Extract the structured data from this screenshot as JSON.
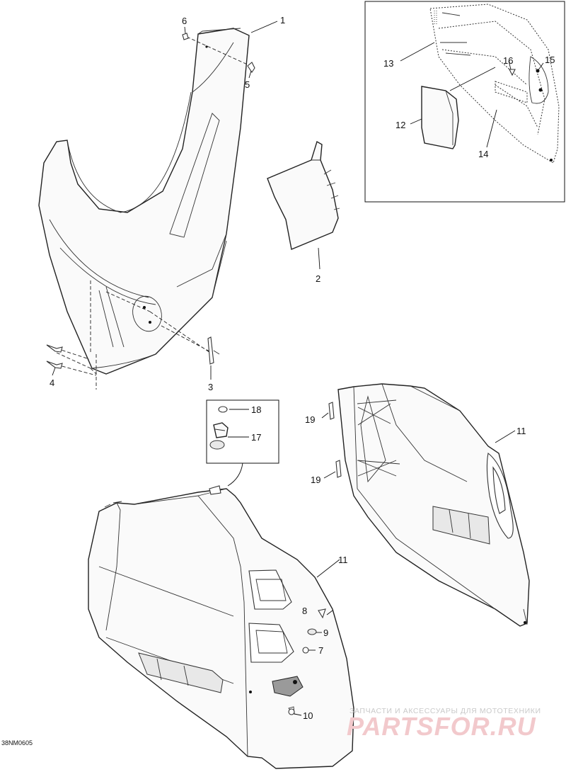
{
  "diagram": {
    "reference_code": "38NM0605",
    "callouts": {
      "c1": "1",
      "c2": "2",
      "c3": "3",
      "c4": "4",
      "c5": "5",
      "c6": "6",
      "c7": "7",
      "c8": "8",
      "c9": "9",
      "c10": "10",
      "c11a": "11",
      "c11b": "11",
      "c12": "12",
      "c13": "13",
      "c14": "14",
      "c15": "15",
      "c16": "16",
      "c17": "17",
      "c18": "18",
      "c19a": "19",
      "c19b": "19"
    }
  },
  "watermark": {
    "tagline": "ЗАПЧАСТИ И АКСЕССУАРЫ ДЛЯ МОТОТЕХНИКИ",
    "logo": "PARTSFOR.RU"
  },
  "colors": {
    "line": "#222222",
    "watermark_logo": "#f2c9cc",
    "watermark_text": "#c9c9c9"
  }
}
